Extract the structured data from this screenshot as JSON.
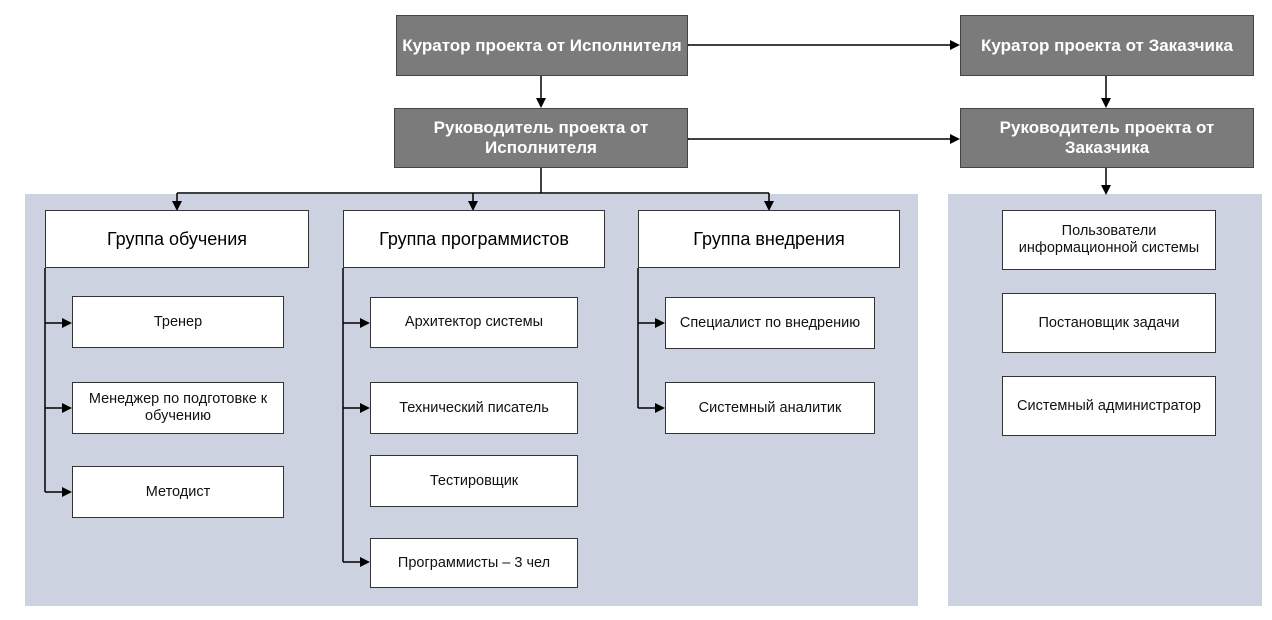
{
  "top": {
    "curator_exec": "Куратор проекта от Исполнителя",
    "curator_client": "Куратор проекта от Заказчика",
    "manager_exec": "Руководитель проекта от Исполнителя",
    "manager_client": "Руководитель проекта от Заказчика"
  },
  "groups": [
    {
      "title": "Группа обучения",
      "items": [
        "Тренер",
        "Менеджер по подготовке к обучению",
        "Методист"
      ]
    },
    {
      "title": "Группа программистов",
      "items": [
        "Архитектор системы",
        "Технический писатель",
        "Тестировщик",
        "Программисты – 3 чел"
      ]
    },
    {
      "title": "Группа внедрения",
      "items": [
        "Специалист по внедрению",
        "Системный аналитик"
      ]
    }
  ],
  "client_roles": [
    "Пользователи информационной системы",
    "Постановщик задачи",
    "Системный администратор"
  ],
  "colors": {
    "panel": "#ccd2df",
    "dark_box": "#7b7b7b",
    "line": "#000000"
  }
}
